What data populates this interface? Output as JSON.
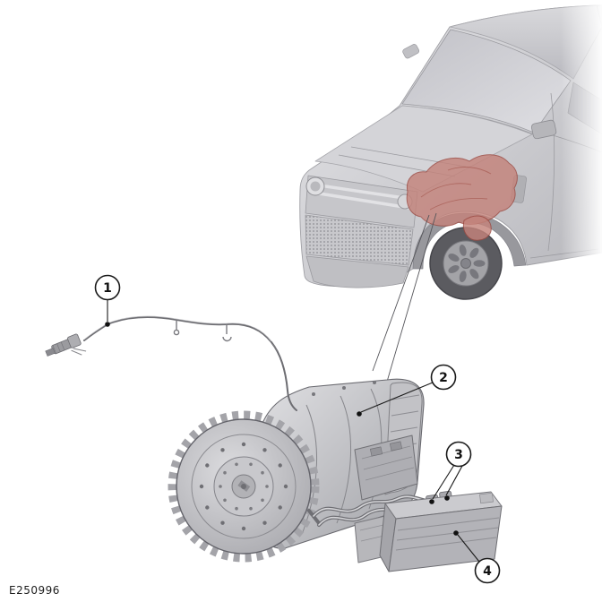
{
  "figure": {
    "code": "E250996"
  },
  "callouts": [
    {
      "label": "1"
    },
    {
      "label": "2"
    },
    {
      "label": "3"
    },
    {
      "label": "4"
    }
  ],
  "colors": {
    "highlight_red": "#c4837b",
    "highlight_red_outline": "#9c4a42",
    "callout_ink": "#1a1a1a"
  }
}
